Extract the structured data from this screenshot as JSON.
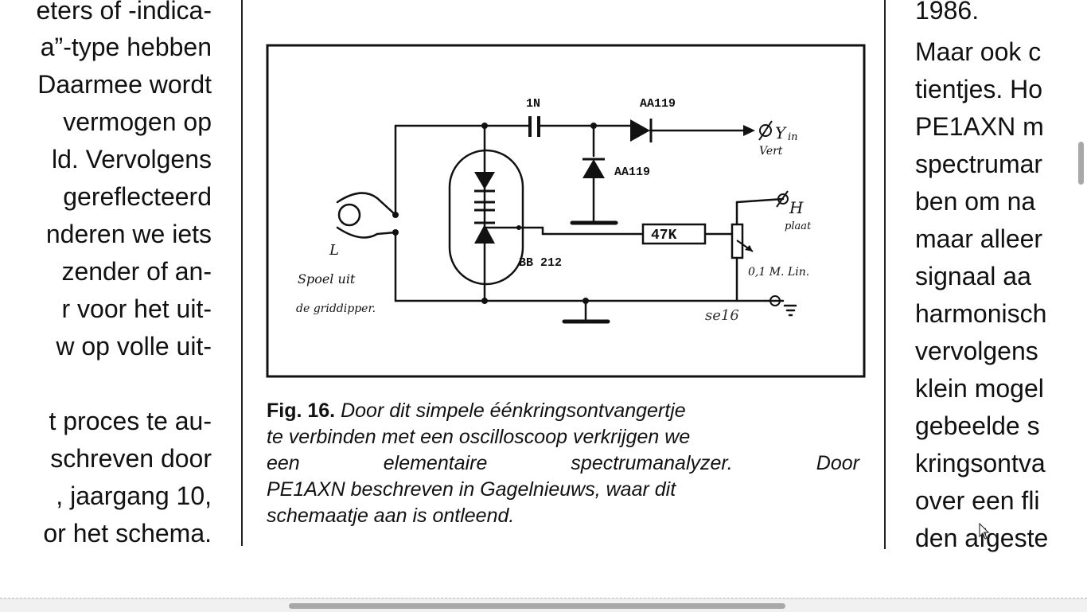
{
  "left_column": [
    "eters of -indica-",
    "a”-type hebben",
    "Daarmee wordt",
    "vermogen op",
    "ld. Vervolgens",
    "gereflecteerd",
    "nderen we iets",
    "zender of an-",
    "r voor het uit-",
    "w op volle uit-",
    "",
    "t proces te au-",
    "schreven  door",
    ", jaargang 10,",
    "or het schema."
  ],
  "right_column": [
    "1986.",
    "Maar ook c",
    "tientjes. Ho",
    "PE1AXN  m",
    "spectrumar",
    "ben om na",
    "maar alleer",
    "signaal aa",
    "harmonisch",
    "vervolgens",
    "klein mogel",
    "gebeelde s",
    "kringsontva",
    "over een fli",
    "den afgeste"
  ],
  "caption": {
    "fig_label": "Fig. 16.",
    "line1": "Door dit simpele éénkringsontvangertje",
    "line2": "te verbinden met een oscilloscoop verkrijgen we",
    "line3_words": [
      "een",
      "elementaire",
      "spectrumanalyzer.",
      "Door"
    ],
    "line4": "PE1AXN beschreven in Gagelnieuws, waar dit",
    "line5": "schemaatje aan is ontleend."
  },
  "schematic": {
    "cap_label": "1N",
    "diode1_label": "AA119",
    "diode2_label": "AA119",
    "varicap_label": "BB 212",
    "resistor_label": "47K",
    "output_y": "Y",
    "output_y_sub": "in",
    "output_vert": "Vert",
    "output_h": "H",
    "output_h_sub": "plaat",
    "pot_label": "0,1 M. Lin.",
    "coil_label": "L",
    "coil_desc_1": "Spoel uit",
    "coil_desc_2": "de griddipper.",
    "figure_tag": "se16"
  }
}
